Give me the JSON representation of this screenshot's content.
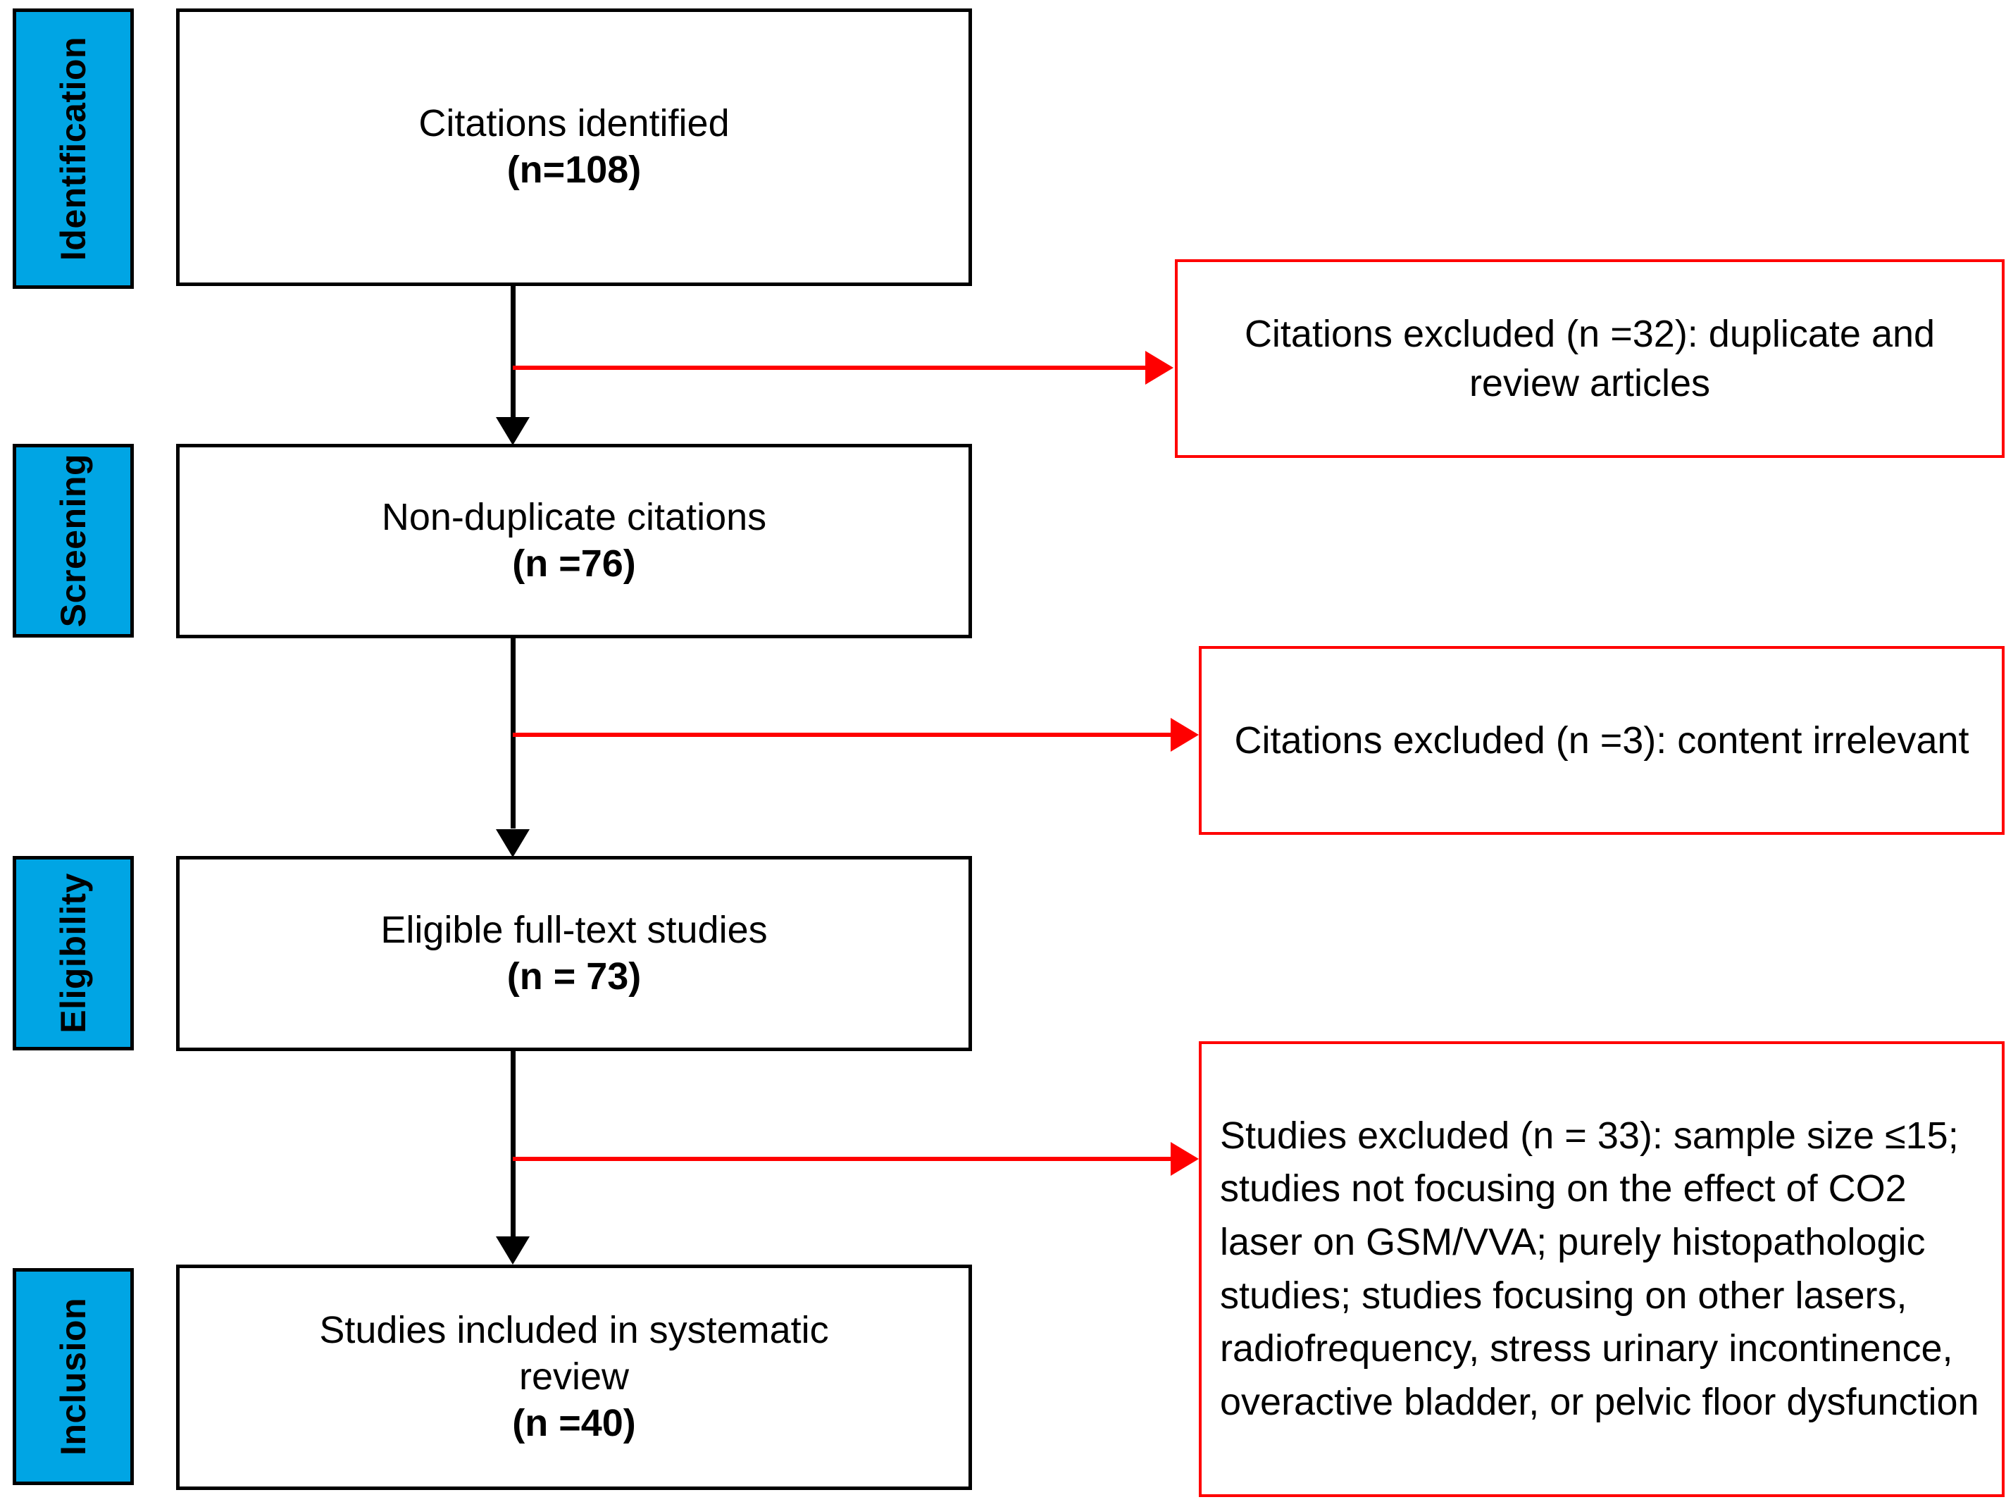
{
  "diagram": {
    "type": "prisma-flow-diagram",
    "accent_blue": "#00A5E4",
    "accent_red": "#FF0000",
    "box_border": "#000000"
  },
  "stages": [
    {
      "label": "Identification"
    },
    {
      "label": "Screening"
    },
    {
      "label": "Eligibility"
    },
    {
      "label": "Inclusion"
    }
  ],
  "flow_boxes": [
    {
      "title": "Citations identified",
      "count_text": "(n=108)",
      "n": 108
    },
    {
      "title": "Non-duplicate citations",
      "count_text": "(n =76)",
      "n": 76
    },
    {
      "title": "Eligible full-text studies",
      "count_text": "(n = 73)",
      "n": 73
    },
    {
      "title": "Studies included in systematic\nreview",
      "count_text": "(n =40)",
      "n": 40
    }
  ],
  "exclusion_boxes": [
    {
      "text": "Citations excluded (n =32): duplicate and review articles",
      "n": 32,
      "align": "centered"
    },
    {
      "text": "Citations excluded (n =3): content irrelevant",
      "n": 3,
      "align": "centered"
    },
    {
      "text": "Studies excluded (n = 33): sample size ≤15; studies not focusing on the effect of CO2 laser on GSM/VVA; purely histopathologic studies; studies focusing on other lasers, radiofrequency, stress urinary incontinence, overactive bladder, or pelvic floor dysfunction",
      "n": 33,
      "align": "left"
    }
  ]
}
